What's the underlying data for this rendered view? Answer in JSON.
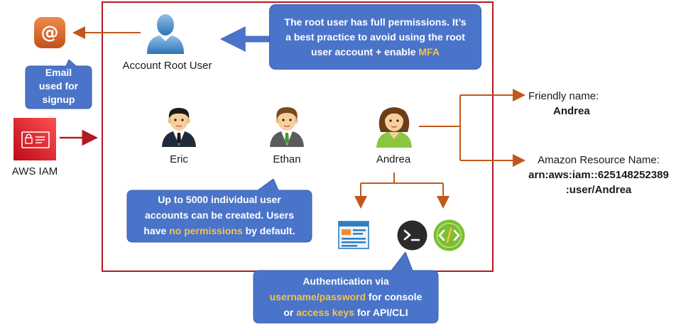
{
  "email_callout": {
    "line1": "Email",
    "line2": "used for",
    "line3": "signup"
  },
  "root_user": {
    "label": "Account Root User"
  },
  "root_callout": {
    "line1": "The root user has full permissions. It’s",
    "line2": "a best practice to avoid using the root",
    "line3_pre": "user account + enable ",
    "line3_hl": "MFA"
  },
  "aws_iam": {
    "label": "AWS IAM"
  },
  "users": [
    {
      "name": "Eric"
    },
    {
      "name": "Ethan"
    },
    {
      "name": "Andrea"
    }
  ],
  "users_callout": {
    "line1": "Up to 5000 individual user",
    "line2": "accounts can be created. Users",
    "line3_pre": "have ",
    "line3_hl": "no permissions",
    "line3_post": " by default."
  },
  "friendly_name": {
    "title": "Friendly name:",
    "value": "Andrea"
  },
  "arn": {
    "title": "Amazon Resource Name:",
    "line1": "arn:aws:iam::625148252389",
    "line2": ":user/Andrea"
  },
  "auth_callout": {
    "line1": "Authentication via",
    "line2_hl": "username/password",
    "line2_post": " for console",
    "line3_pre": "or ",
    "line3_hl": "access keys",
    "line3_post": " for API/CLI"
  },
  "colors": {
    "frame": "#b11a21",
    "callout": "#4a74c9",
    "highlight": "#f6c243",
    "connector": "#c0581b",
    "root_arrow": "#4a74c9",
    "iam_arrow": "#b11a21"
  },
  "icons": [
    "at-sign-icon",
    "person-icon",
    "aws-iam-icon",
    "console-window-icon",
    "terminal-icon",
    "code-icon"
  ]
}
